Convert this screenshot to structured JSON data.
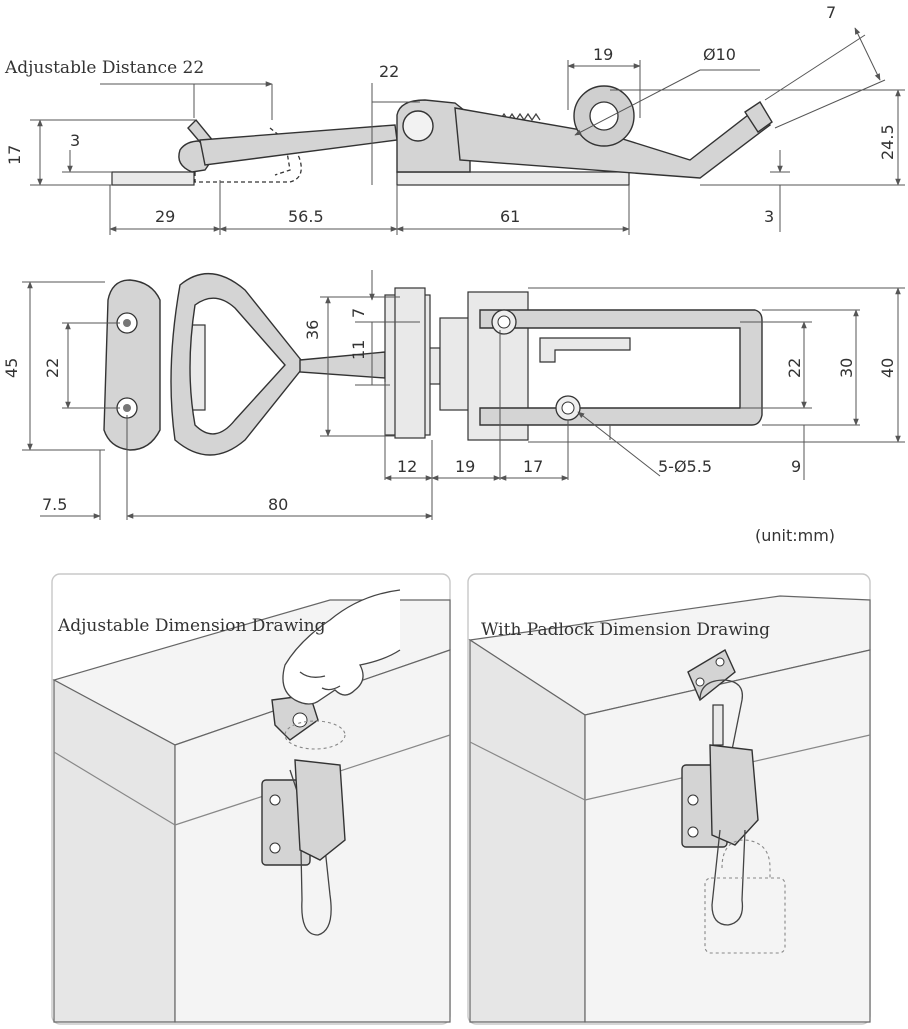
{
  "side_view": {
    "adjustable_label": "Adjustable Distance 22",
    "dims": {
      "d_22_top": "22",
      "d_19": "19",
      "d_phi10": "Ø10",
      "d_7": "7",
      "d_17": "17",
      "d_3_left": "3",
      "d_24_5": "24.5",
      "d_29": "29",
      "d_56_5": "56.5",
      "d_61": "61",
      "d_3_right": "3"
    }
  },
  "top_view": {
    "dims": {
      "d_45": "45",
      "d_22_left": "22",
      "d_36": "36",
      "d_7": "7",
      "d_11": "11",
      "d_22_right": "22",
      "d_30": "30",
      "d_40": "40",
      "d_12": "12",
      "d_19": "19",
      "d_17": "17",
      "d_holes": "5-Ø5.5",
      "d_9": "9",
      "d_7_5": "7.5",
      "d_80": "80"
    }
  },
  "unit_note": "(unit:mm)",
  "panels": {
    "left_title": "Adjustable Dimension Drawing",
    "right_title": "With Padlock Dimension Drawing"
  }
}
